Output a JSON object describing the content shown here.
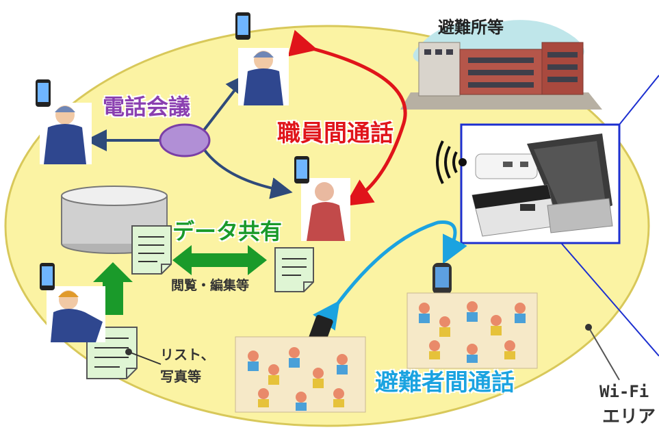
{
  "labels": {
    "shelter": "避難所等",
    "conference_call": "電話会議",
    "staff_call": "職員間通話",
    "data_sharing": "データ共有",
    "browse_edit": "閲覧・編集等",
    "list_photo_line1": "リスト、",
    "list_photo_line2": "写真等",
    "evacuee_call": "避難者間通話",
    "wifi_line1": "Wi-Fi",
    "wifi_line2": "エリア"
  },
  "colors": {
    "area_fill": "#fbf3a3",
    "conference": "#8a3fb0",
    "staff_call": "#e0141a",
    "data_share": "#1a9a2a",
    "evacuee_call": "#1ba3e0",
    "device_frame": "#1c2fd0",
    "dark_arrow": "#2f4a7a"
  },
  "icons": [
    "smartphone-icon",
    "staff-person-icon",
    "database-icon",
    "document-icon",
    "wifi-signal-icon",
    "router-device-icon",
    "shelter-building-icon",
    "evacuees-illustration"
  ]
}
